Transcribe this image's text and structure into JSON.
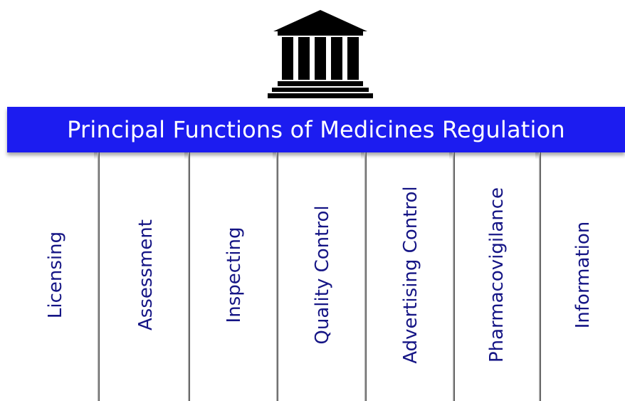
{
  "banner": {
    "title": "Principal Functions of Medicines Regulation"
  },
  "icon": {
    "name": "government-building-icon"
  },
  "columns": [
    {
      "label": "Licensing"
    },
    {
      "label": "Assessment"
    },
    {
      "label": "Inspecting"
    },
    {
      "label": "Quality Control"
    },
    {
      "label": "Advertising Control"
    },
    {
      "label": "Pharmacovigilance"
    },
    {
      "label": "Information"
    }
  ],
  "colors": {
    "banner_bg": "#1c1cf0",
    "banner_text": "#ffffff",
    "label_text": "#151585",
    "icon_fill": "#000000"
  }
}
